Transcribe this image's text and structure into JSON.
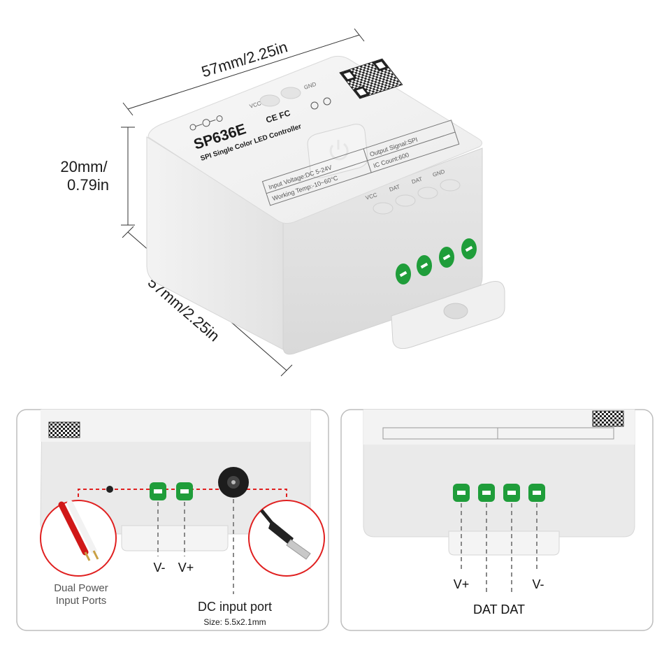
{
  "dimensions": {
    "width": "57mm/2.25in",
    "height_line1": "20mm/",
    "height_line2": "0.79in",
    "depth": "57mm/2.25in"
  },
  "device": {
    "model": "SP636E",
    "subtitle": "SPI Single Color LED Controller",
    "certs": "CE FC",
    "top_terminals": [
      "VCC",
      "GND"
    ],
    "spec_input_voltage": "Input Voltage:DC 5-24V",
    "spec_output_signal": "Output Signal:SPI",
    "spec_working_temp": "Working Temp:-10~60°C",
    "spec_ic_count": "IC Count:600",
    "front_terminals": [
      "VCC",
      "DAT",
      "DAT",
      "GND"
    ]
  },
  "panel_left": {
    "label_vminus": "V-",
    "label_vplus": "V+",
    "dual_power_line1": "Dual Power",
    "dual_power_line2": "Input Ports",
    "dc_port": "DC input port",
    "dc_size": "Size: 5.5x2.1mm"
  },
  "panel_right": {
    "label_vplus": "V+",
    "label_vminus": "V-",
    "label_dat": "DAT DAT"
  },
  "colors": {
    "terminal_green": "#1f9d3a",
    "accent_orange": "#e8a020",
    "callout_red": "#e02020",
    "panel_border": "#bdbdbd"
  }
}
